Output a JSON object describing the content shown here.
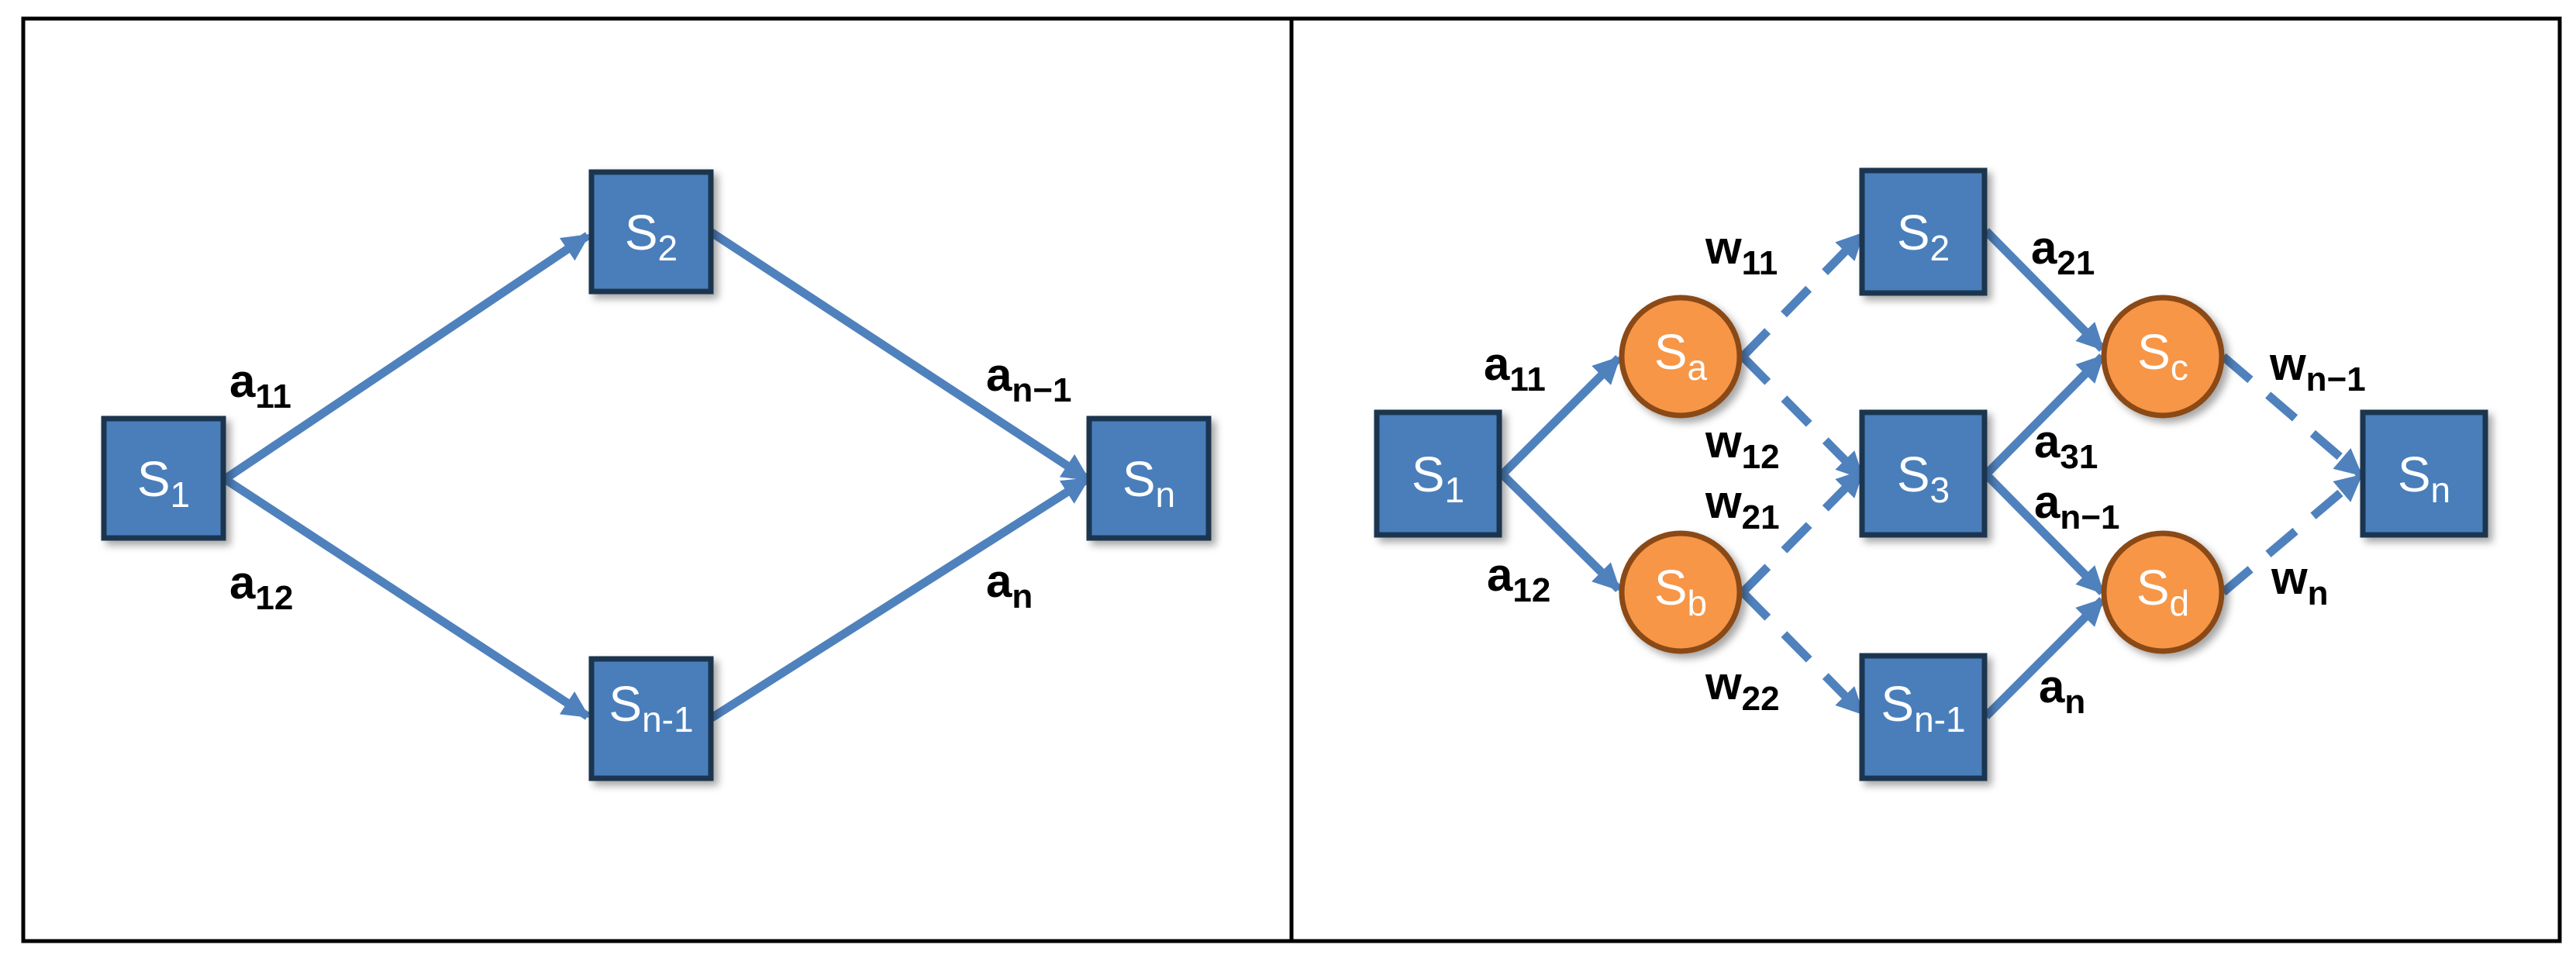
{
  "colors": {
    "square_fill": "#4a7ebb",
    "square_stroke": "#1f3650",
    "circle_fill": "#f79646",
    "circle_stroke": "#8a4a17",
    "edge": "#4f81bd",
    "frame": "#000000"
  },
  "left_panel": {
    "nodes": {
      "s1": {
        "base": "S",
        "sub": "1"
      },
      "s2": {
        "base": "S",
        "sub": "2"
      },
      "sn1": {
        "base": "S",
        "sub": "n-1"
      },
      "sn": {
        "base": "S",
        "sub": "n"
      }
    },
    "edges": {
      "a11": {
        "base": "a",
        "sub": "11"
      },
      "a12": {
        "base": "a",
        "sub": "12"
      },
      "an1": {
        "base": "a",
        "sub": "n−1"
      },
      "an": {
        "base": "a",
        "sub": "n"
      }
    }
  },
  "right_panel": {
    "nodes": {
      "s1": {
        "base": "S",
        "sub": "1"
      },
      "sa": {
        "base": "S",
        "sub": "a"
      },
      "sb": {
        "base": "S",
        "sub": "b"
      },
      "s2": {
        "base": "S",
        "sub": "2"
      },
      "s3": {
        "base": "S",
        "sub": "3"
      },
      "sn1": {
        "base": "S",
        "sub": "n-1"
      },
      "sc": {
        "base": "S",
        "sub": "c"
      },
      "sd": {
        "base": "S",
        "sub": "d"
      },
      "sn": {
        "base": "S",
        "sub": "n"
      }
    },
    "edges": {
      "a11": {
        "base": "a",
        "sub": "11"
      },
      "a12": {
        "base": "a",
        "sub": "12"
      },
      "w11": {
        "base": "w",
        "sub": "11"
      },
      "w12": {
        "base": "w",
        "sub": "12"
      },
      "w21": {
        "base": "w",
        "sub": "21"
      },
      "w22": {
        "base": "w",
        "sub": "22"
      },
      "a21": {
        "base": "a",
        "sub": "21"
      },
      "a31": {
        "base": "a",
        "sub": "31"
      },
      "an1": {
        "base": "a",
        "sub": "n−1"
      },
      "an": {
        "base": "a",
        "sub": "n"
      },
      "wn1": {
        "base": "w",
        "sub": "n−1"
      },
      "wn": {
        "base": "w",
        "sub": "n"
      }
    }
  }
}
